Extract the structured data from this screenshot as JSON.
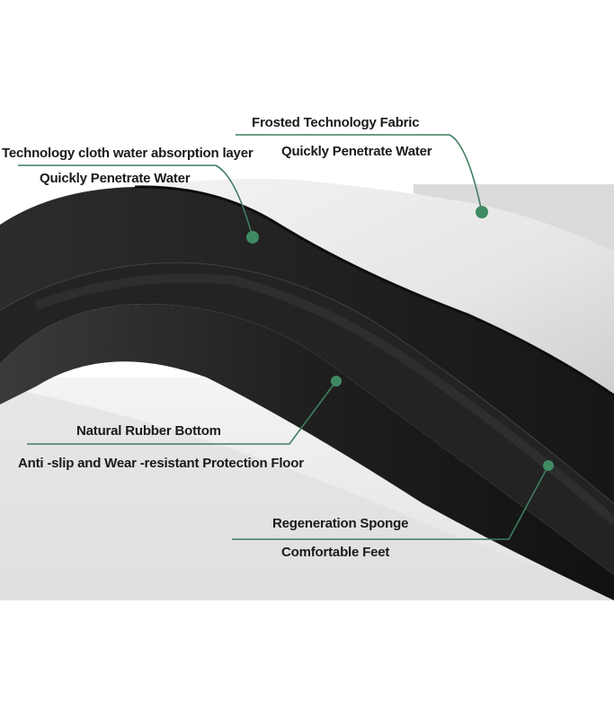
{
  "callouts": {
    "frosted_fabric": {
      "title": "Frosted Technology Fabric",
      "subtitle": "Quickly Penetrate Water"
    },
    "absorption_layer": {
      "title": "Technology cloth water absorption layer",
      "subtitle": "Quickly Penetrate Water"
    },
    "rubber_bottom": {
      "title": "Natural Rubber Bottom",
      "subtitle": "Anti -slip and Wear -resistant Protection Floor"
    },
    "sponge": {
      "title": "Regeneration Sponge",
      "subtitle": "Comfortable Feet"
    }
  },
  "colors": {
    "leader_line": "#3f7f5e",
    "marker_dot": "#3f8a63",
    "top_surface": "#e9e9e9",
    "layer_dark": "#1c1c1c",
    "background": "#ffffff"
  }
}
